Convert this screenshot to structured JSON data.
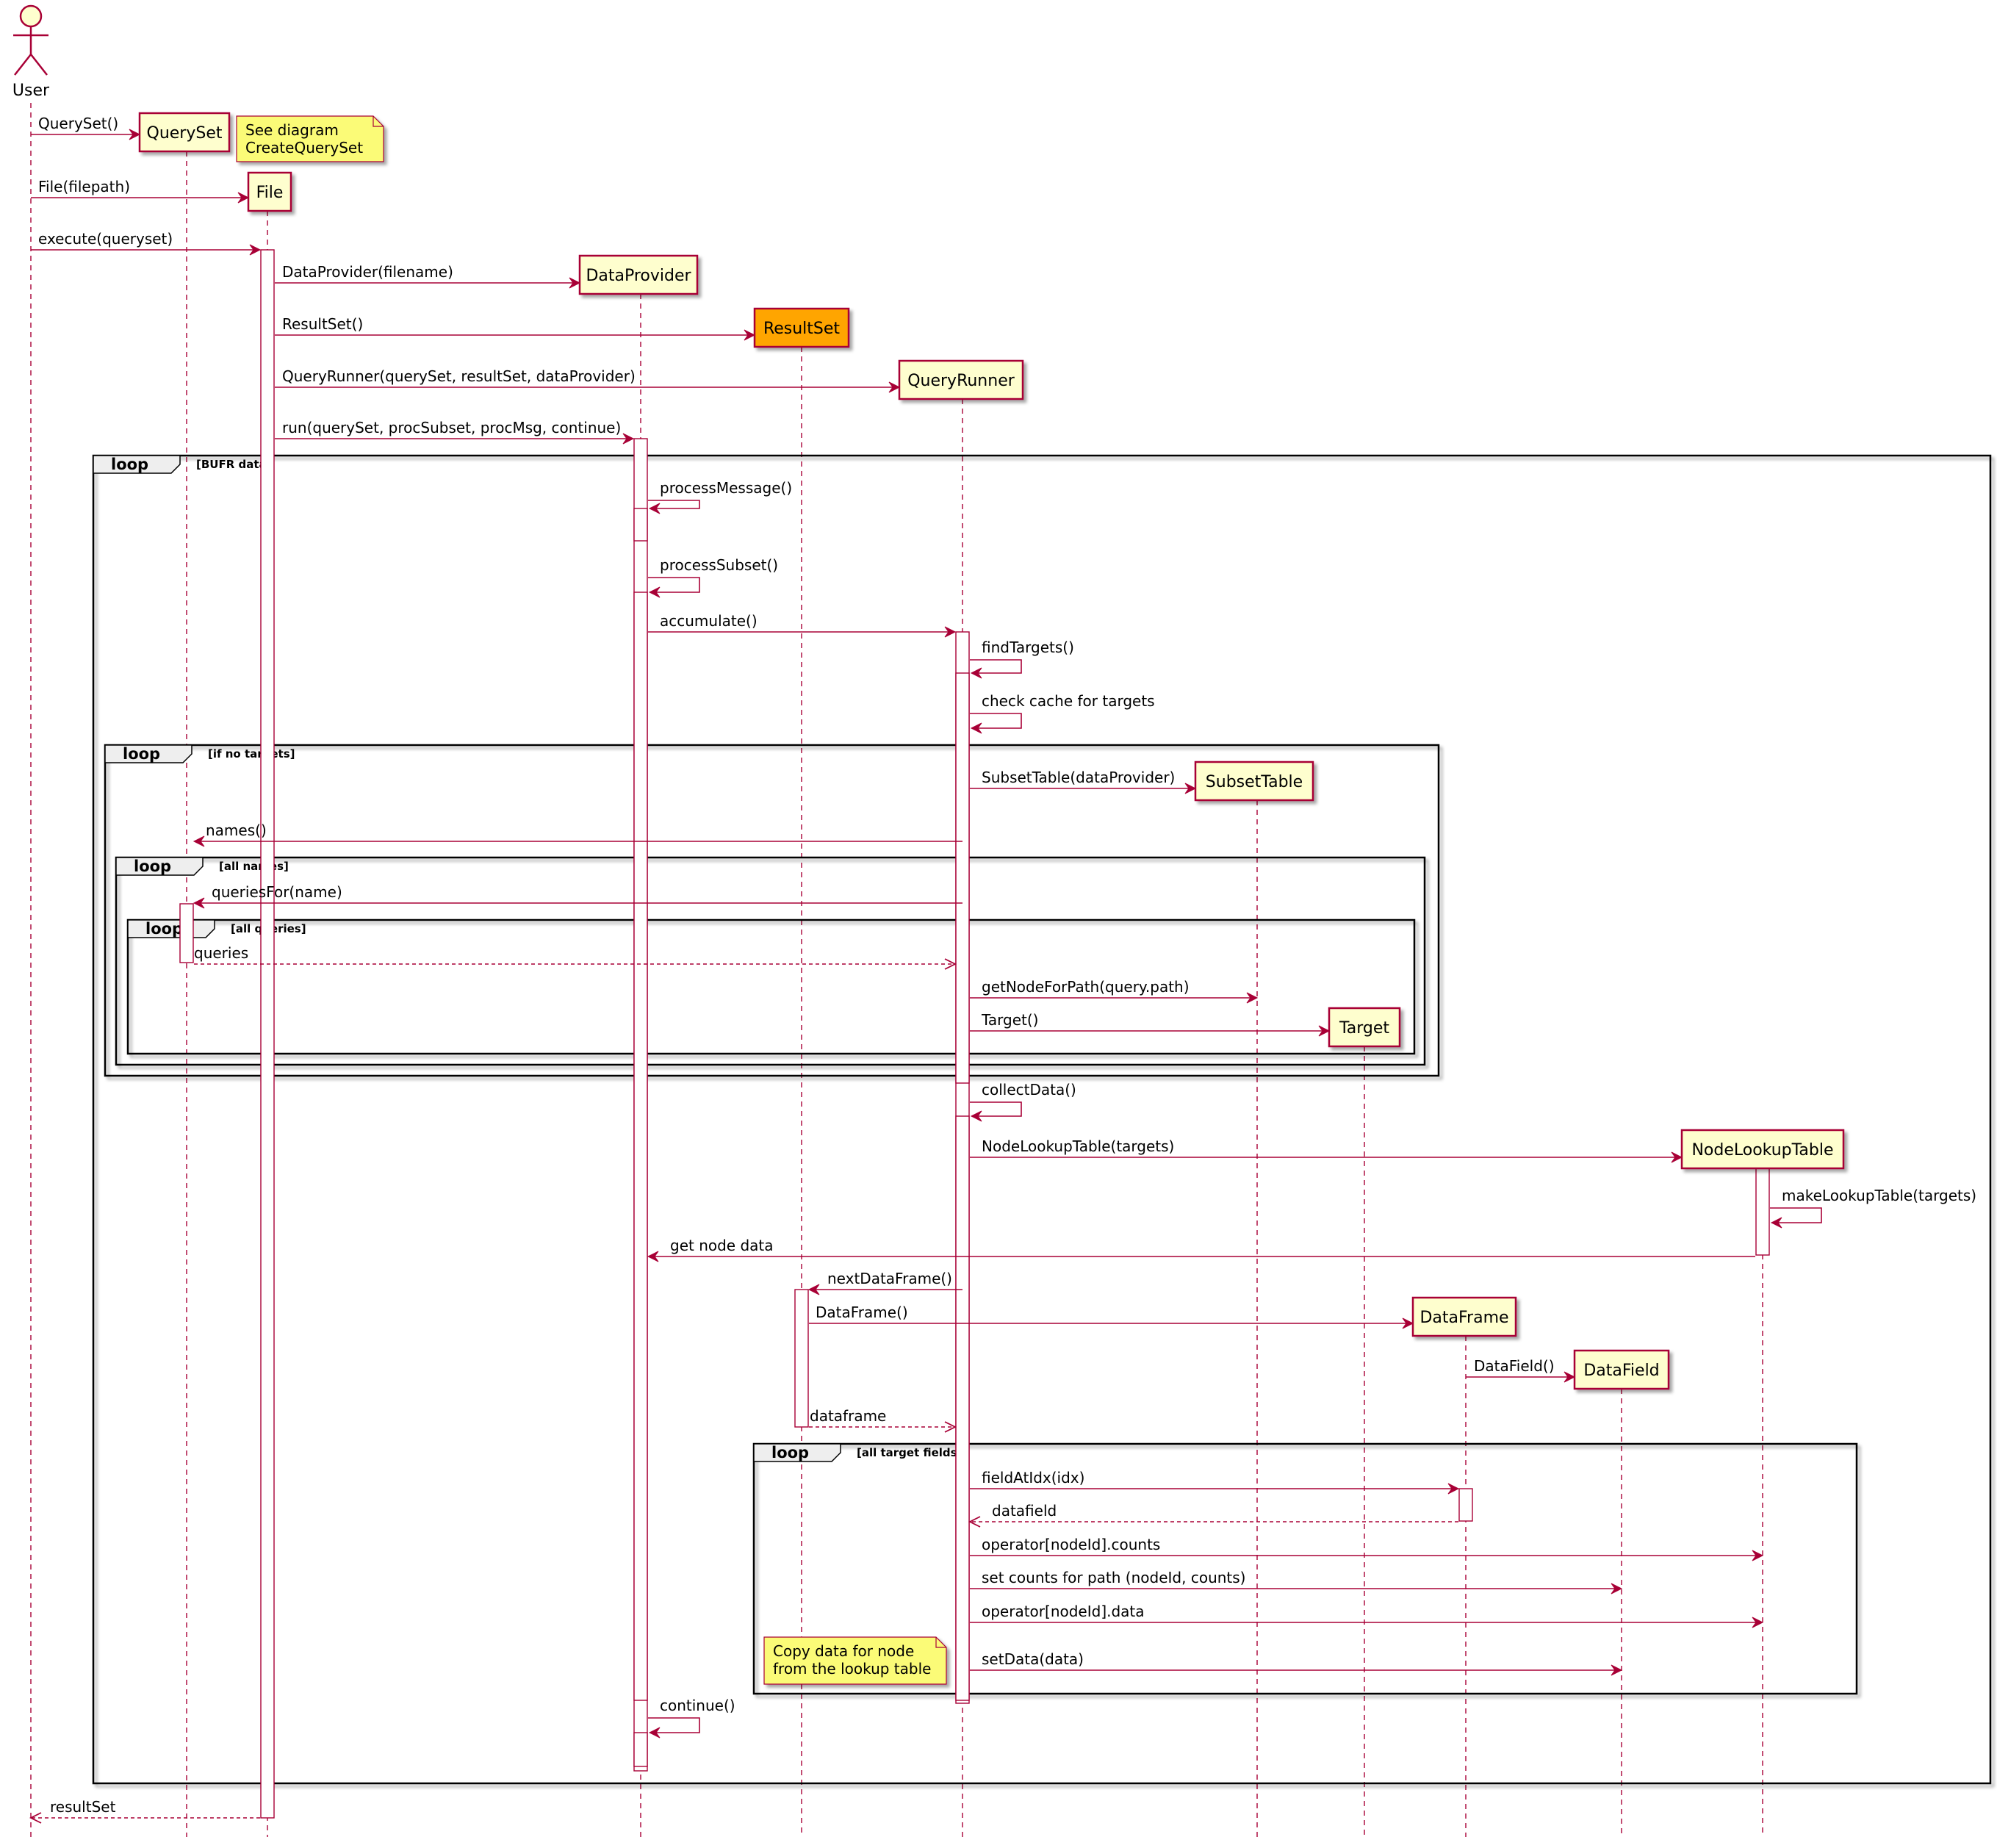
{
  "participants": [
    {
      "id": "user",
      "label": "User",
      "kind": "actor"
    },
    {
      "id": "queryset",
      "label": "QuerySet"
    },
    {
      "id": "file",
      "label": "File"
    },
    {
      "id": "dataprovider",
      "label": "DataProvider"
    },
    {
      "id": "resultset",
      "label": "ResultSet",
      "highlight": true
    },
    {
      "id": "queryrunner",
      "label": "QueryRunner"
    },
    {
      "id": "subsettable",
      "label": "SubsetTable"
    },
    {
      "id": "target",
      "label": "Target"
    },
    {
      "id": "dataframe",
      "label": "DataFrame"
    },
    {
      "id": "datafield",
      "label": "DataField"
    },
    {
      "id": "nodelookuptable",
      "label": "NodeLookupTable"
    }
  ],
  "frames": [
    {
      "id": "bufr",
      "label": "loop",
      "guard": "[BUFR data]"
    },
    {
      "id": "notargets",
      "label": "loop",
      "guard": "[if no targets]"
    },
    {
      "id": "allnames",
      "label": "loop",
      "guard": "[all names]"
    },
    {
      "id": "allqueries",
      "label": "loop",
      "guard": "[all queries]"
    },
    {
      "id": "targetfields",
      "label": "loop",
      "guard": "[all target fields]"
    }
  ],
  "messages": [
    {
      "from": "user",
      "to": "queryset",
      "label": "QuerySet()",
      "create": true
    },
    {
      "from": "user",
      "to": "file",
      "label": "File(filepath)",
      "create": true
    },
    {
      "from": "user",
      "to": "file",
      "label": "execute(queryset)"
    },
    {
      "from": "file",
      "to": "dataprovider",
      "label": "DataProvider(filename)",
      "create": true
    },
    {
      "from": "file",
      "to": "resultset",
      "label": "ResultSet()",
      "create": true
    },
    {
      "from": "file",
      "to": "queryrunner",
      "label": "QueryRunner(querySet, resultSet, dataProvider)",
      "create": true
    },
    {
      "from": "file",
      "to": "dataprovider",
      "label": "run(querySet, procSubset, procMsg, continue)"
    },
    {
      "from": "dataprovider",
      "to": "dataprovider",
      "label": "processMessage()"
    },
    {
      "from": "dataprovider",
      "to": "dataprovider",
      "label": "processSubset()"
    },
    {
      "from": "dataprovider",
      "to": "queryrunner",
      "label": "accumulate()"
    },
    {
      "from": "queryrunner",
      "to": "queryrunner",
      "label": "findTargets()"
    },
    {
      "from": "queryrunner",
      "to": "queryrunner",
      "label": "check cache for targets"
    },
    {
      "from": "queryrunner",
      "to": "subsettable",
      "label": "SubsetTable(dataProvider)",
      "create": true
    },
    {
      "from": "queryrunner",
      "to": "queryset",
      "label": "names()"
    },
    {
      "from": "queryrunner",
      "to": "queryset",
      "label": "queriesFor(name)"
    },
    {
      "from": "queryset",
      "to": "queryrunner",
      "label": "queries",
      "dashed": true
    },
    {
      "from": "queryrunner",
      "to": "subsettable",
      "label": "getNodeForPath(query.path)"
    },
    {
      "from": "queryrunner",
      "to": "target",
      "label": "Target()",
      "create": true
    },
    {
      "from": "queryrunner",
      "to": "queryrunner",
      "label": "collectData()"
    },
    {
      "from": "queryrunner",
      "to": "nodelookuptable",
      "label": "NodeLookupTable(targets)",
      "create": true
    },
    {
      "from": "nodelookuptable",
      "to": "nodelookuptable",
      "label": "makeLookupTable(targets)"
    },
    {
      "from": "nodelookuptable",
      "to": "dataprovider",
      "label": "get node data"
    },
    {
      "from": "queryrunner",
      "to": "resultset",
      "label": "nextDataFrame()"
    },
    {
      "from": "resultset",
      "to": "dataframe",
      "label": "DataFrame()",
      "create": true
    },
    {
      "from": "dataframe",
      "to": "datafield",
      "label": "DataField()",
      "create": true
    },
    {
      "from": "resultset",
      "to": "queryrunner",
      "label": "dataframe",
      "dashed": true
    },
    {
      "from": "queryrunner",
      "to": "dataframe",
      "label": "fieldAtIdx(idx)"
    },
    {
      "from": "dataframe",
      "to": "queryrunner",
      "label": "datafield",
      "dashed": true
    },
    {
      "from": "queryrunner",
      "to": "nodelookuptable",
      "label": "operator[nodeId].counts"
    },
    {
      "from": "queryrunner",
      "to": "datafield",
      "label": "set counts for path (nodeId, counts)"
    },
    {
      "from": "queryrunner",
      "to": "nodelookuptable",
      "label": "operator[nodeId].data"
    },
    {
      "from": "queryrunner",
      "to": "datafield",
      "label": "setData(data)"
    },
    {
      "from": "dataprovider",
      "to": "dataprovider",
      "label": "continue()"
    },
    {
      "from": "file",
      "to": "user",
      "label": "resultSet",
      "dashed": true
    }
  ],
  "notes": [
    {
      "id": "note-createqueryset",
      "lines": [
        "See diagram",
        "CreateQuerySet"
      ]
    },
    {
      "id": "note-copydata",
      "lines": [
        "Copy data for node",
        "from the lookup table"
      ]
    }
  ],
  "colors": {
    "line": "#A80036",
    "box_fill": "#FEFECE",
    "highlight_fill": "#FFA500",
    "note_fill": "#FBFB77",
    "frame_line": "#000000"
  }
}
